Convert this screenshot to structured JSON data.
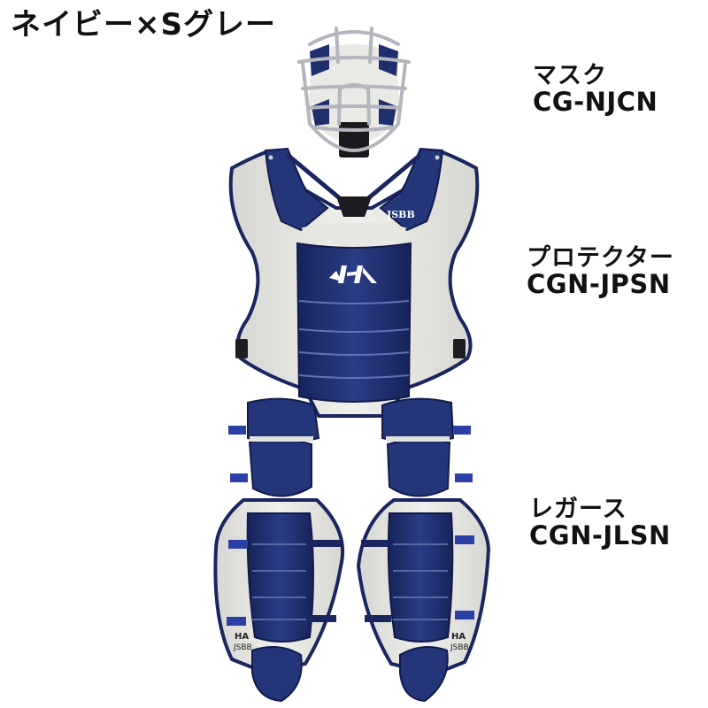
{
  "title": "ネイビー×Sグレー",
  "colors": {
    "navy": "#1f2f6e",
    "navy_dark": "#121c4a",
    "navy_highlight": "#4a5ea6",
    "silver_gray": "#e3e3e0",
    "gray_shadow": "#c8c8c4",
    "mask_frame": "#b9bcc2",
    "text": "#111111",
    "background": "#ffffff"
  },
  "products": [
    {
      "id": "mask",
      "name": "マスク",
      "code": "CG-NJCN",
      "icon": "catcher-mask-icon"
    },
    {
      "id": "protector",
      "name": "プロテクター",
      "code": "CGN-JPSN",
      "icon": "chest-protector-icon",
      "marks": [
        "JSBB",
        "HA logo"
      ]
    },
    {
      "id": "leg_guards",
      "name": "レガース",
      "code": "CGN-JLSN",
      "icon": "leg-guards-icon",
      "marks": [
        "HA logo",
        "JSBB"
      ]
    }
  ],
  "marks": {
    "jsbb": "JSBB",
    "jsbb_small": "JSBB"
  }
}
